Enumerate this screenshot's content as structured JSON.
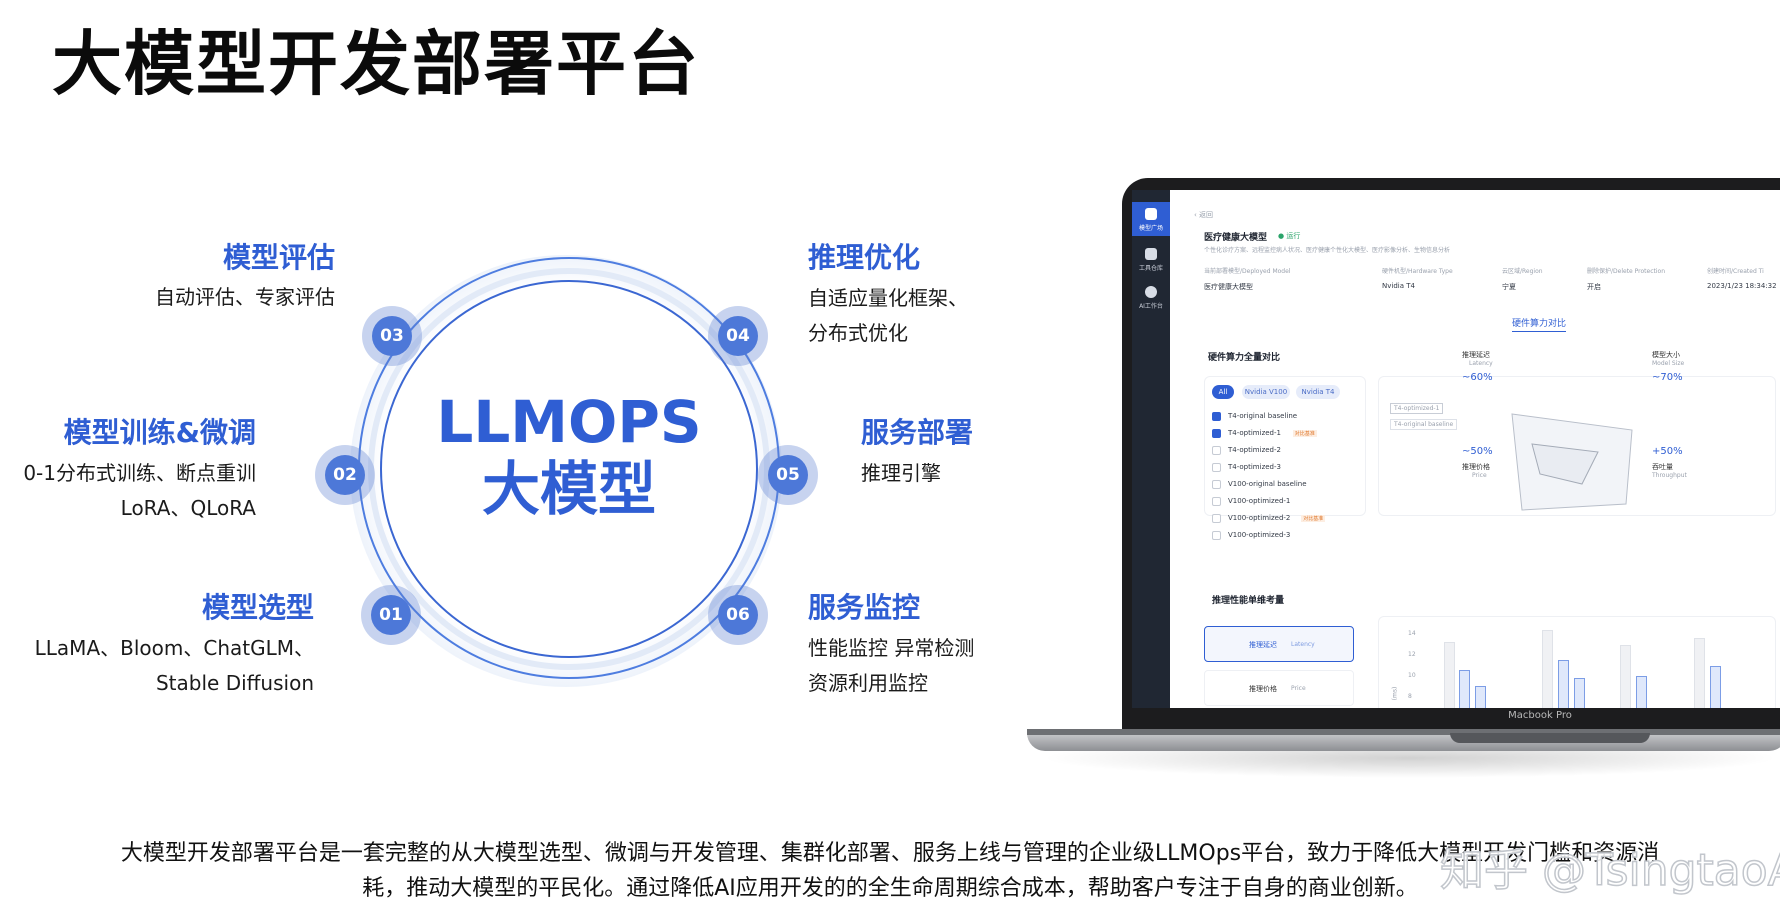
{
  "title": "大模型开发部署平台",
  "center": {
    "line1": "LLMOPS",
    "line2": "大模型"
  },
  "features": [
    {
      "num": "01",
      "title": "模型选型",
      "desc": [
        "LLaMA、Bloom、ChatGLM、",
        "Stable Diffusion"
      ]
    },
    {
      "num": "02",
      "title": "模型训练&微调",
      "desc": [
        "0-1分布式训练、断点重训",
        "LoRA、QLoRA"
      ]
    },
    {
      "num": "03",
      "title": "模型评估",
      "desc": [
        "自动评估、专家评估"
      ]
    },
    {
      "num": "04",
      "title": "推理优化",
      "desc": [
        "自适应量化框架、",
        "分布式优化"
      ]
    },
    {
      "num": "05",
      "title": "服务部署",
      "desc": [
        "推理引擎"
      ]
    },
    {
      "num": "06",
      "title": "服务监控",
      "desc": [
        "性能监控 异常检测",
        "资源利用监控"
      ]
    }
  ],
  "bottom": {
    "line1": "大模型开发部署平台是一套完整的从大模型选型、微调与开发管理、集群化部署、服务上线与管理的企业级LLMOps平台，致力于降低大模型开发门槛和资源消",
    "line2": "耗，推动大模型的平民化。通过降低AI应用开发的的全生命周期综合成本，帮助客户专注于自身的商业创新。"
  },
  "watermark": "知乎 @TsingtaoAI",
  "laptop": {
    "label": "Macbook Pro",
    "nav": [
      "模型广场",
      "工具仓库",
      "AI工作台"
    ],
    "back": "返回",
    "model_name": "医疗健康大模型",
    "status": "运行",
    "model_desc": "个性化诊疗方案、远程监控病人状况、医疗健康个性化大模型、医疗影像分析、生物信息分析",
    "info_headers": [
      "当前部署模型/Deployed Model",
      "硬件机型/Hardware Type",
      "云区域/Region",
      "删除保护/Delete Protection",
      "创建时间/Created Ti"
    ],
    "info_values": [
      "医疗健康大模型",
      "Nvidia T4",
      "宁夏",
      "开启",
      "2023/1/23 18:34:32"
    ],
    "tab": "硬件算力对比",
    "section1": "硬件算力全量对比",
    "filters": [
      "All",
      "Nvidia V100",
      "Nvidia T4"
    ],
    "options": [
      {
        "label": "T4-original baseline",
        "checked": true,
        "tag": ""
      },
      {
        "label": "T4-optimized-1",
        "checked": true,
        "tag": "对比基准"
      },
      {
        "label": "T4-optimized-2",
        "checked": false,
        "tag": ""
      },
      {
        "label": "T4-optimized-3",
        "checked": false,
        "tag": ""
      },
      {
        "label": "V100-original baseline",
        "checked": false,
        "tag": ""
      },
      {
        "label": "V100-optimized-1",
        "checked": false,
        "tag": ""
      },
      {
        "label": "V100-optimized-2",
        "checked": false,
        "tag": "对比基准"
      },
      {
        "label": "V100-optimized-3",
        "checked": false,
        "tag": ""
      }
    ],
    "radar": {
      "latency": {
        "zh": "推理延迟",
        "en": "Latency",
        "value": "~60%"
      },
      "size": {
        "zh": "模型大小",
        "en": "Model Size",
        "value": "~70%"
      },
      "price": {
        "zh": "推理价格",
        "en": "Price",
        "value": "~50%"
      },
      "throughput": {
        "zh": "吞吐量",
        "en": "Throughput",
        "value": "+50%"
      },
      "legend": [
        "T4-optimized-1",
        "T4-original baseline"
      ]
    },
    "section2": "推理性能单维考量",
    "metric_buttons": [
      {
        "zh": "推理延迟",
        "en": "Latency"
      },
      {
        "zh": "推理价格",
        "en": "Price"
      }
    ],
    "bar_axis": [
      "14",
      "12",
      "10",
      "8"
    ],
    "bar_unit": "(ms)"
  }
}
